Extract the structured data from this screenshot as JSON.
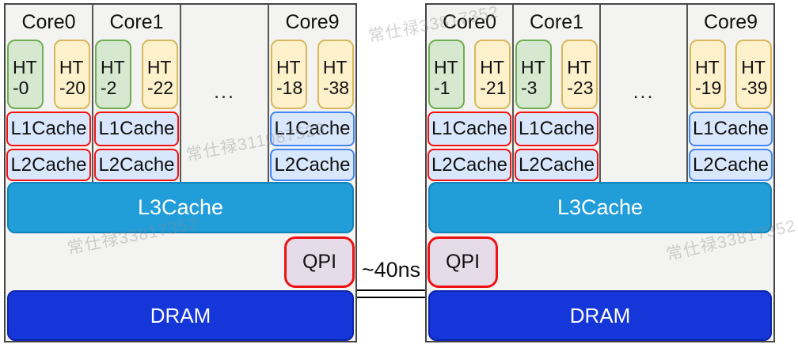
{
  "interconnect": {
    "latency_label": "~40ns"
  },
  "watermarks": [
    {
      "text": "常仕禄33817352"
    },
    {
      "text": "常仕禄311087529"
    },
    {
      "text": "常仕禄33817352"
    },
    {
      "text": "常仕禄33817352"
    }
  ],
  "sockets": [
    {
      "id": "socket-0",
      "qpi_side": "right",
      "l3_label": "L3Cache",
      "qpi_label": "QPI",
      "dram_label": "DRAM",
      "columns": [
        {
          "type": "core",
          "label": "Core0",
          "cache_variant": "red",
          "threads": [
            {
              "line1": "HT",
              "line2": "-0",
              "variant": "green"
            },
            {
              "line1": "HT",
              "line2": "-20",
              "variant": "yellow"
            }
          ],
          "l1_label": "L1Cache",
          "l2_label": "L2Cache"
        },
        {
          "type": "core",
          "label": "Core1",
          "cache_variant": "red",
          "threads": [
            {
              "line1": "HT",
              "line2": "-2",
              "variant": "green"
            },
            {
              "line1": "HT",
              "line2": "-22",
              "variant": "yellow"
            }
          ],
          "l1_label": "L1Cache",
          "l2_label": "L2Cache"
        },
        {
          "type": "ellipsis",
          "label": "..."
        },
        {
          "type": "core",
          "label": "Core9",
          "cache_variant": "blue",
          "threads": [
            {
              "line1": "HT",
              "line2": "-18",
              "variant": "yellow"
            },
            {
              "line1": "HT",
              "line2": "-38",
              "variant": "yellow"
            }
          ],
          "l1_label": "L1Cache",
          "l2_label": "L2Cache"
        }
      ]
    },
    {
      "id": "socket-1",
      "qpi_side": "left",
      "l3_label": "L3Cache",
      "qpi_label": "QPI",
      "dram_label": "DRAM",
      "columns": [
        {
          "type": "core",
          "label": "Core0",
          "cache_variant": "red",
          "threads": [
            {
              "line1": "HT",
              "line2": "-1",
              "variant": "green"
            },
            {
              "line1": "HT",
              "line2": "-21",
              "variant": "yellow"
            }
          ],
          "l1_label": "L1Cache",
          "l2_label": "L2Cache"
        },
        {
          "type": "core",
          "label": "Core1",
          "cache_variant": "red",
          "threads": [
            {
              "line1": "HT",
              "line2": "-3",
              "variant": "green"
            },
            {
              "line1": "HT",
              "line2": "-23",
              "variant": "yellow"
            }
          ],
          "l1_label": "L1Cache",
          "l2_label": "L2Cache"
        },
        {
          "type": "ellipsis",
          "label": "..."
        },
        {
          "type": "core",
          "label": "Core9",
          "cache_variant": "blue",
          "threads": [
            {
              "line1": "HT",
              "line2": "-19",
              "variant": "yellow"
            },
            {
              "line1": "HT",
              "line2": "-39",
              "variant": "yellow"
            }
          ],
          "l1_label": "L1Cache",
          "l2_label": "L2Cache"
        }
      ]
    }
  ],
  "colors": {
    "socket_background": "#f3f3f1",
    "socket_border": "#454545",
    "ht_green_fill": "#d6e8d0",
    "ht_green_border": "#6fae52",
    "ht_yellow_fill": "#fdf1cb",
    "ht_yellow_border": "#d8b85e",
    "cache_fill": "#d9e7fc",
    "cache_border_red": "#f21212",
    "cache_border_blue": "#4285f4",
    "l3_fill": "#219dd9",
    "qpi_fill": "#e5dbe9",
    "qpi_border": "#ee1111",
    "dram_fill": "#1536d8",
    "interconnect_line": "#000000"
  }
}
